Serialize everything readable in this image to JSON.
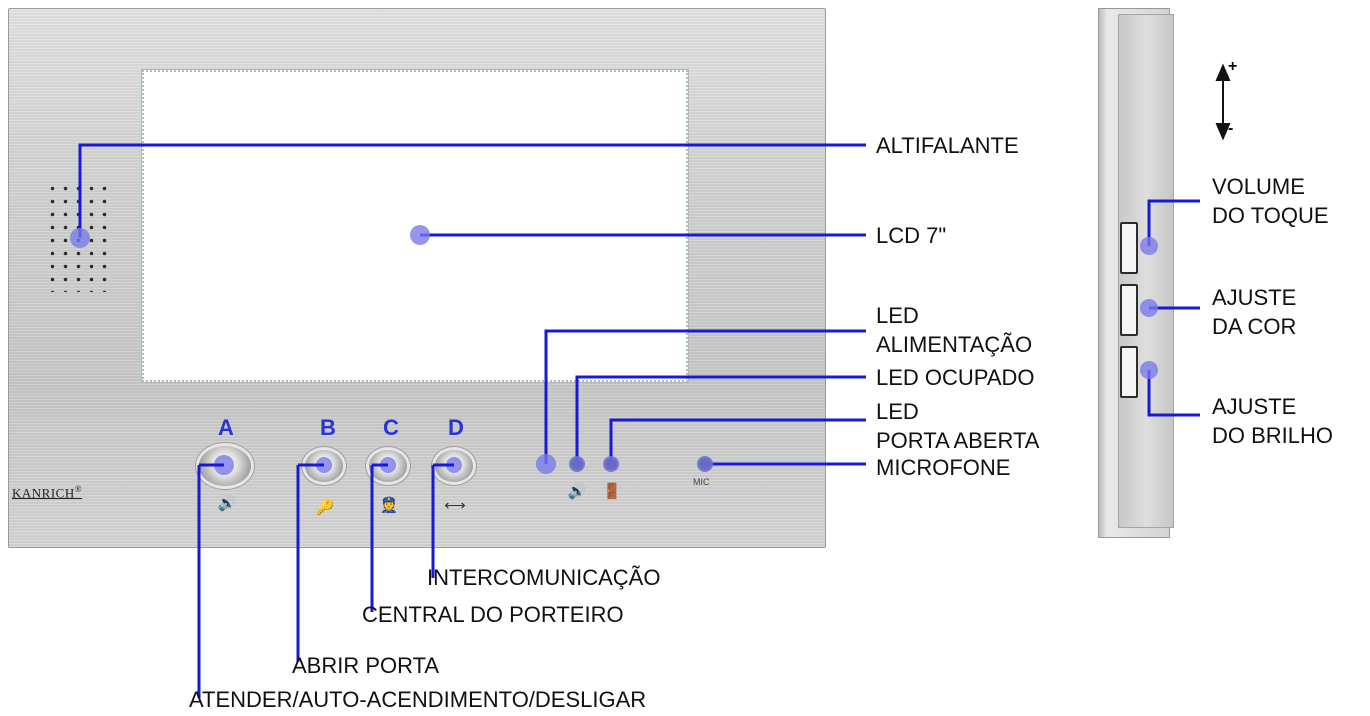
{
  "device": {
    "brand": "KANRICH",
    "brand_mark": "®",
    "buttons": [
      {
        "letter": "A",
        "symbol": "🔊"
      },
      {
        "letter": "B",
        "symbol": "🔑"
      },
      {
        "letter": "C",
        "symbol": "👮"
      },
      {
        "letter": "D",
        "symbol": "⟷"
      }
    ],
    "led_symbols": [
      "🔊",
      "🚪"
    ],
    "mic_label": "MIC",
    "volume_plus": "+",
    "volume_minus": "-"
  },
  "callouts": {
    "altifalante": "ALTIFALANTE",
    "lcd": "LCD 7\"",
    "led_alimentacao_1": "LED",
    "led_alimentacao_2": "ALIMENTAÇÃO",
    "led_ocupado": "LED OCUPADO",
    "led_porta_1": "LED",
    "led_porta_2": "PORTA ABERTA",
    "microfone": "MICROFONE",
    "intercomunicacao": "INTERCOMUNICAÇÃO",
    "central": "CENTRAL DO PORTEIRO",
    "abrir": "ABRIR PORTA",
    "atender": "ATENDER/AUTO-ACENDIMENTO/DESLIGAR",
    "volume_1": "VOLUME",
    "volume_2": "DO TOQUE",
    "cor_1": "AJUSTE",
    "cor_2": "DA COR",
    "brilho_1": "AJUSTE",
    "brilho_2": "DO BRILHO"
  },
  "colors": {
    "leader_line": "#1a1ad6",
    "marker": "#7878eb",
    "button_letter": "#2a34d6"
  }
}
